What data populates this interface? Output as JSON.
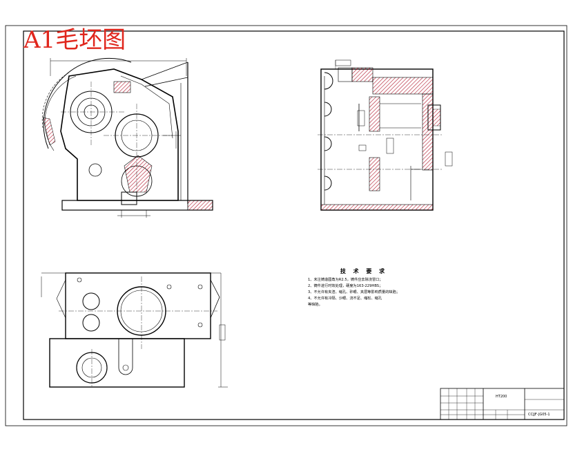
{
  "drawing": {
    "title": "A1毛坯图",
    "title_color": "#e0261c",
    "line_color": "#000000",
    "hatch_color": "#b0152a"
  },
  "technical_requirements": {
    "heading": "技 术 要 求",
    "items": [
      "1、未注铸造圆角为R2.5，铸件应去除浇冒口；",
      "2、铸件进行时效处理，硬度为163-229HBS；",
      "3、不允许有夹渣、缩孔、砂眼、夹层等影响质量的缺陷；",
      "4、不允许有冷隔、沙眼、浇不足、缩松、缩孔",
      "   等缺陷。"
    ]
  },
  "title_block": {
    "material": "HT200",
    "drawing_no": "CCJJF-JG05-1"
  },
  "icons": [
    "center-mark-icon",
    "section-arrow-icon"
  ]
}
